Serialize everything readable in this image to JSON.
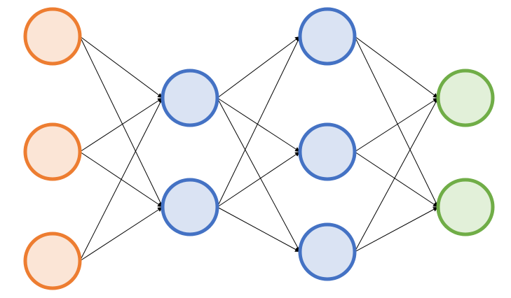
{
  "diagram": {
    "type": "neural-network",
    "layers": [
      {
        "role": "input",
        "nodes": 3,
        "fill": "#fbe5d6",
        "stroke": "#ed7d31"
      },
      {
        "role": "hidden",
        "nodes": 2,
        "fill": "#dae3f3",
        "stroke": "#4472c4"
      },
      {
        "role": "hidden",
        "nodes": 3,
        "fill": "#dae3f3",
        "stroke": "#4472c4"
      },
      {
        "role": "output",
        "nodes": 2,
        "fill": "#e2f0d9",
        "stroke": "#70ad47"
      }
    ],
    "connections": "fully-connected",
    "edge_color": "#000000",
    "arrowheads": true,
    "background": "#ffffff"
  }
}
